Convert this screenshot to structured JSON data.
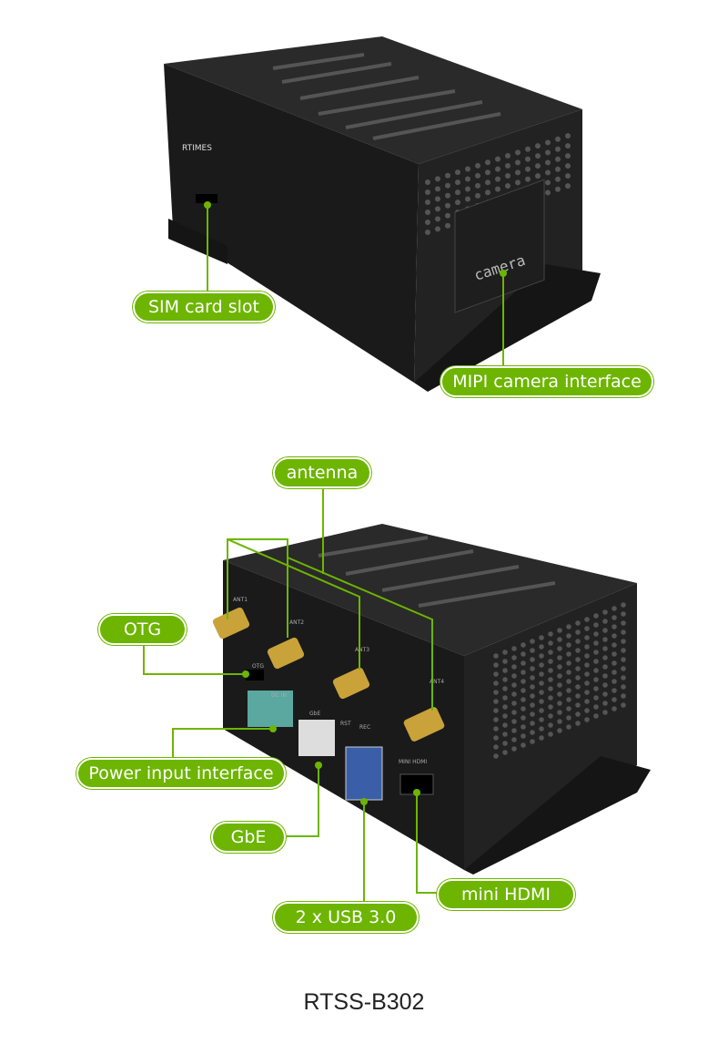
{
  "callouts": {
    "sim": "SIM card slot",
    "mipi": "MIPI camera interface",
    "antenna": "antenna",
    "otg": "OTG",
    "power": "Power input interface",
    "gbe": "GbE",
    "usb": "2 x USB 3.0",
    "hdmi": "mini HDMI"
  },
  "device_markings": {
    "brand": "RTIMES",
    "camera_plate": "camera",
    "ant1": "ANT1",
    "ant2": "ANT2",
    "ant3": "ANT3",
    "ant4": "ANT4",
    "otg": "OTG",
    "dc_in": "DC IN",
    "gbe": "GbE",
    "rst": "RST",
    "rec": "REC",
    "mini_hdmi": "MINI HDMI"
  },
  "product_name": "RTSS-B302",
  "colors": {
    "accent": "#6db500",
    "device": "#1c1c1c",
    "antenna": "#c9a23a",
    "power_connector": "#5aa8a0"
  }
}
